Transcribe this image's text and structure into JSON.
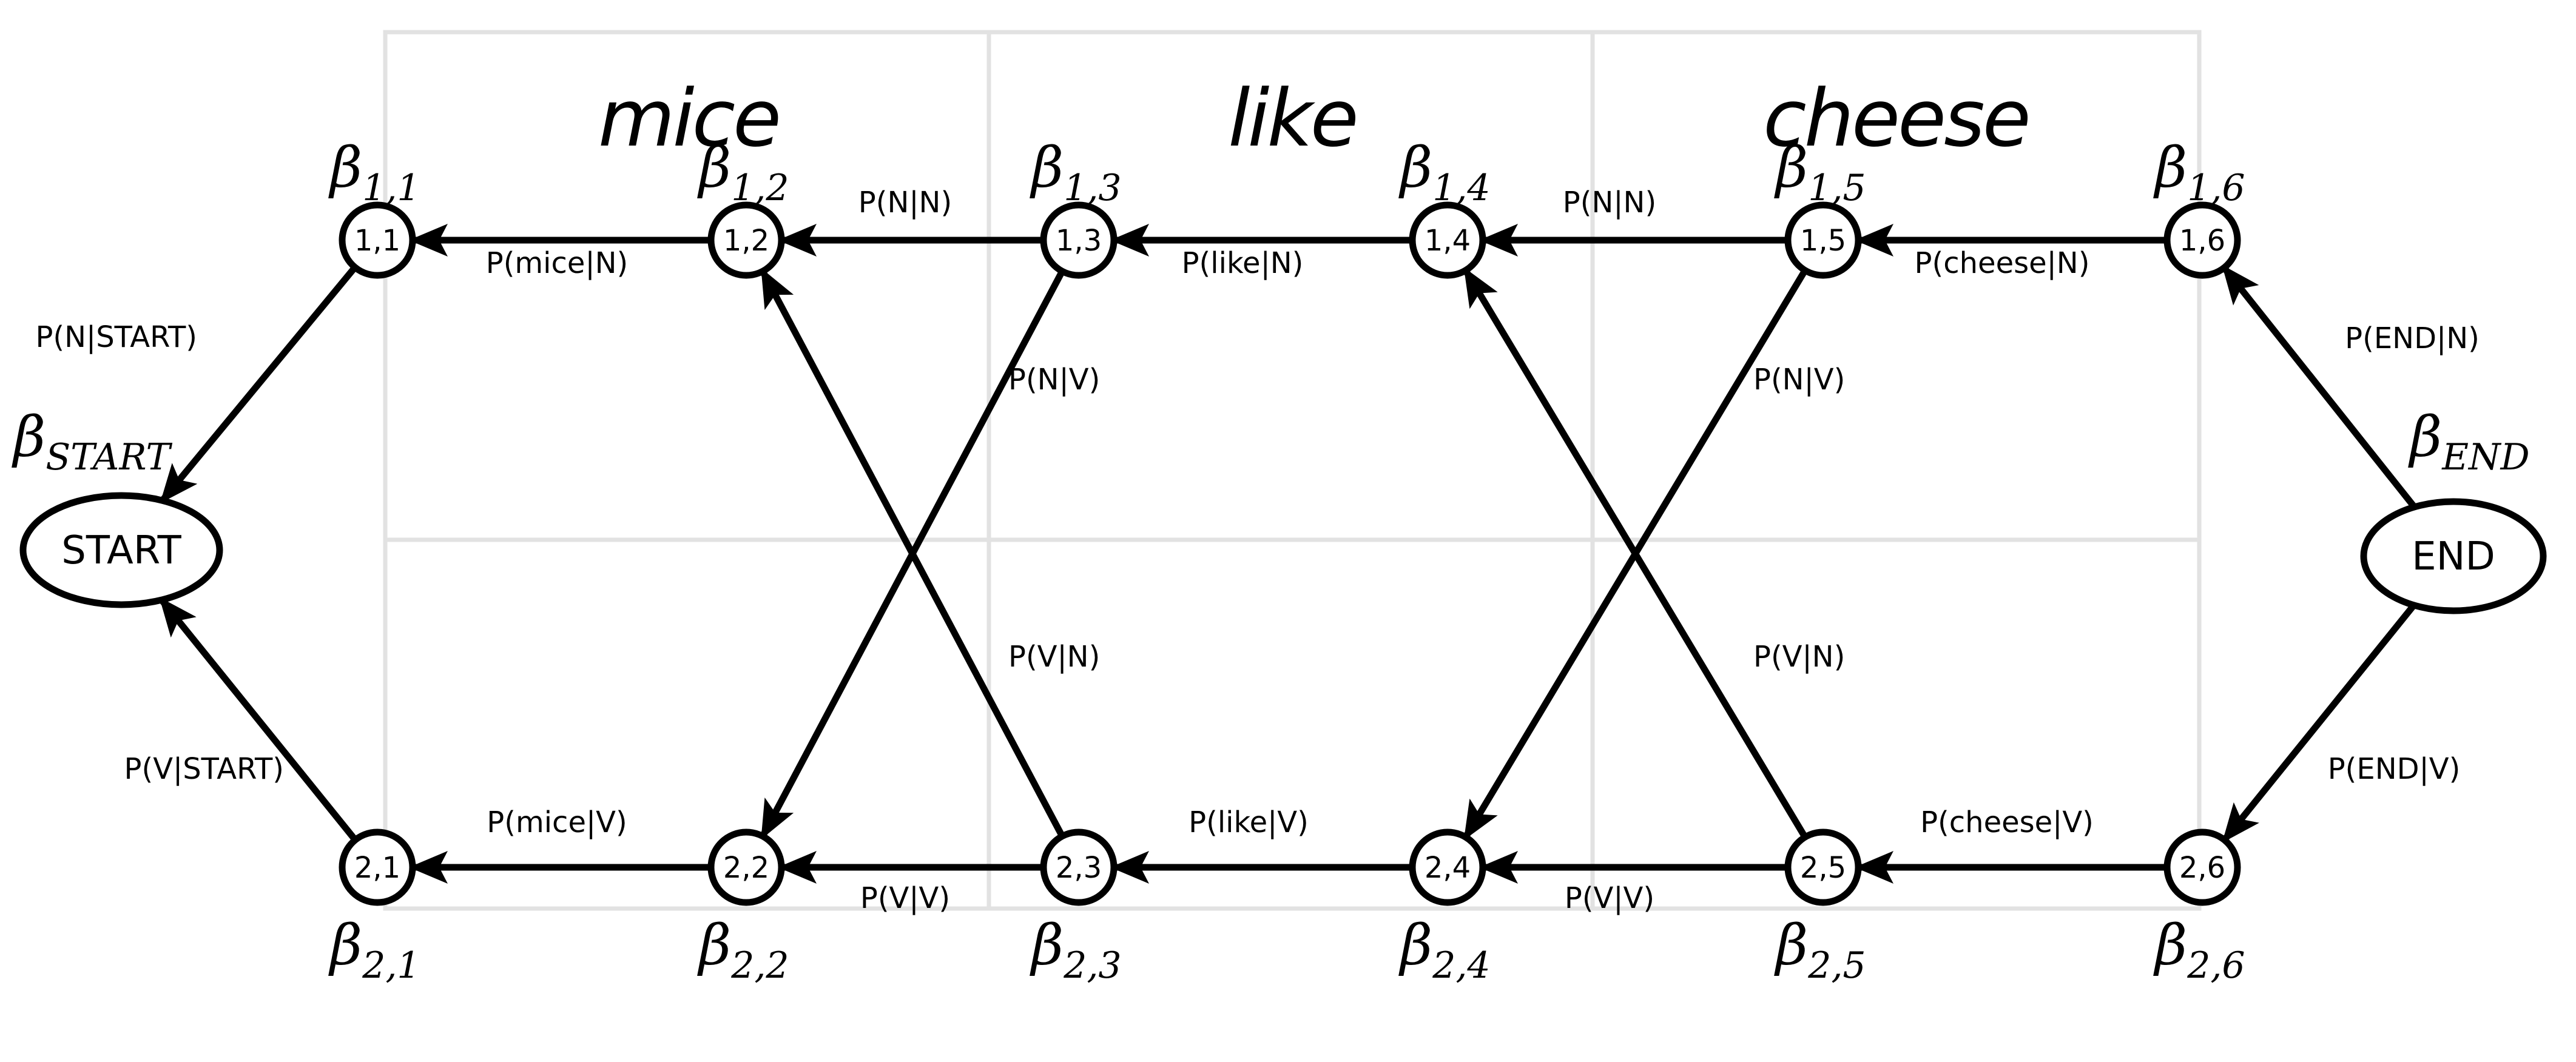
{
  "words": [
    "mice",
    "like",
    "cheese"
  ],
  "start_node": {
    "label": "START",
    "beta": "β",
    "beta_sub": "START"
  },
  "end_node": {
    "label": "END",
    "beta": "β",
    "beta_sub": "END"
  },
  "nodes": [
    {
      "label": "1,1",
      "beta": "β",
      "beta_sub": "1,1"
    },
    {
      "label": "1,2",
      "beta": "β",
      "beta_sub": "1,2"
    },
    {
      "label": "1,3",
      "beta": "β",
      "beta_sub": "1,3"
    },
    {
      "label": "1,4",
      "beta": "β",
      "beta_sub": "1,4"
    },
    {
      "label": "1,5",
      "beta": "β",
      "beta_sub": "1,5"
    },
    {
      "label": "1,6",
      "beta": "β",
      "beta_sub": "1,6"
    },
    {
      "label": "2,1",
      "beta": "β",
      "beta_sub": "2,1"
    },
    {
      "label": "2,2",
      "beta": "β",
      "beta_sub": "2,2"
    },
    {
      "label": "2,3",
      "beta": "β",
      "beta_sub": "2,3"
    },
    {
      "label": "2,4",
      "beta": "β",
      "beta_sub": "2,4"
    },
    {
      "label": "2,5",
      "beta": "β",
      "beta_sub": "2,5"
    },
    {
      "label": "2,6",
      "beta": "β",
      "beta_sub": "2,6"
    }
  ],
  "edges": [
    {
      "from": "1,1",
      "to": "START",
      "label": "P(N|START)"
    },
    {
      "from": "2,1",
      "to": "START",
      "label": "P(V|START)"
    },
    {
      "from": "1,2",
      "to": "1,1",
      "label": "P(mice|N)"
    },
    {
      "from": "2,2",
      "to": "2,1",
      "label": "P(mice|V)"
    },
    {
      "from": "1,3",
      "to": "1,2",
      "label": "P(N|N)"
    },
    {
      "from": "2,3",
      "to": "1,2",
      "label": "P(V|N)"
    },
    {
      "from": "1,3",
      "to": "2,2",
      "label": "P(N|V)"
    },
    {
      "from": "2,3",
      "to": "2,2",
      "label": "P(V|V)"
    },
    {
      "from": "1,4",
      "to": "1,3",
      "label": "P(like|N)"
    },
    {
      "from": "2,4",
      "to": "2,3",
      "label": "P(like|V)"
    },
    {
      "from": "1,5",
      "to": "1,4",
      "label": "P(N|N)"
    },
    {
      "from": "2,5",
      "to": "1,4",
      "label": "P(V|N)"
    },
    {
      "from": "1,5",
      "to": "2,4",
      "label": "P(N|V)"
    },
    {
      "from": "2,5",
      "to": "2,4",
      "label": "P(V|V)"
    },
    {
      "from": "1,6",
      "to": "1,5",
      "label": "P(cheese|N)"
    },
    {
      "from": "2,6",
      "to": "2,5",
      "label": "P(cheese|V)"
    },
    {
      "from": "END",
      "to": "1,6",
      "label": "P(END|N)"
    },
    {
      "from": "END",
      "to": "2,6",
      "label": "P(END|V)"
    }
  ]
}
